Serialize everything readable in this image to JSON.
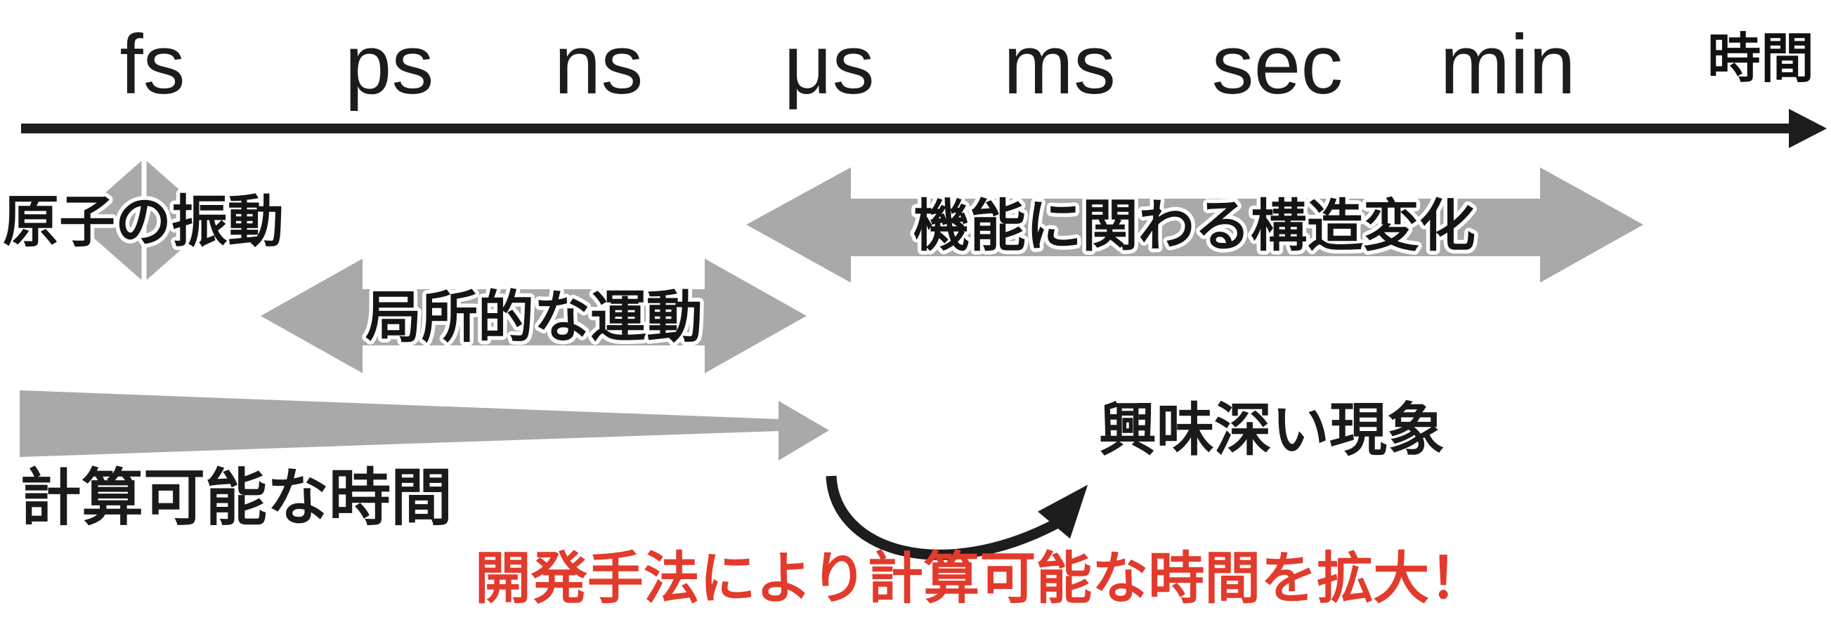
{
  "figure": {
    "background": "#ffffff",
    "colors": {
      "arrow_gray": "#a9a9a9",
      "text_black": "#1a1a1a",
      "callout_red": "#e23a2c",
      "outline_white": "#ffffff"
    },
    "time_axis": {
      "units": [
        "fs",
        "ps",
        "ns",
        "μs",
        "ms",
        "sec",
        "min"
      ],
      "axis_label": "時間"
    },
    "bands": {
      "atomic_vibration": "原子の振動",
      "local_motion": "局所的な運動",
      "functional_structural_change": "機能に関わる構造変化",
      "computable_time": "計算可能な時間",
      "interesting_phenomena": "興味深い現象"
    },
    "callout": "開発手法により計算可能な時間を拡大！"
  }
}
